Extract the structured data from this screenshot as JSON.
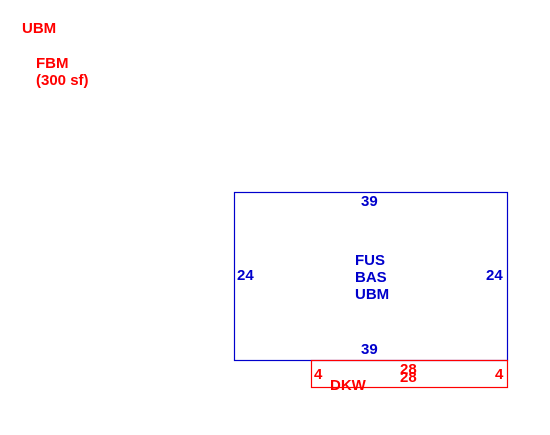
{
  "colors": {
    "main_area": "#0000cc",
    "deck_area": "#ff0000",
    "background": "#ffffff"
  },
  "legend": {
    "ubm": "UBM",
    "fbm": "FBM",
    "fbm_area": "(300 sf)"
  },
  "main_structure": {
    "top_dimension": "39",
    "bottom_dimension": "39",
    "left_dimension": "24",
    "right_dimension": "24",
    "codes": [
      "FUS",
      "BAS",
      "UBM"
    ]
  },
  "deck": {
    "label": "DKW",
    "left_dimension": "4",
    "right_dimension": "4",
    "top_dimension": "28",
    "bottom_dimension": "28"
  }
}
